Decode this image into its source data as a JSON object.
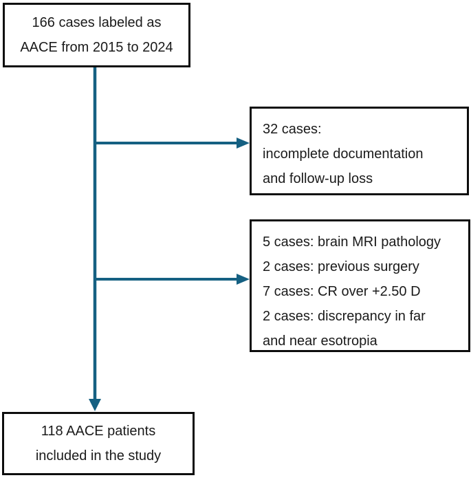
{
  "figure": {
    "type": "study-flow-diagram",
    "colors": {
      "arrow": "#156082",
      "box_border": "#0d0d0d",
      "text": "#1a1a1a",
      "background": "#ffffff"
    },
    "boxes": {
      "top": {
        "lines": [
          "166 cases labeled as",
          "AACE from 2015 to 2024"
        ]
      },
      "exclusion1": {
        "lines": [
          "32 cases:",
          "incomplete documentation",
          "and follow-up loss"
        ]
      },
      "exclusion2": {
        "lines": [
          "5 cases: brain MRI pathology",
          "2 cases: previous surgery",
          "7 cases: CR over +2.50 D",
          "2 cases: discrepancy in far",
          "and near esotropia"
        ]
      },
      "bottom": {
        "lines": [
          "118 AACE patients",
          "included in the study"
        ]
      }
    },
    "arrows": [
      {
        "name": "main-vertical-arrow",
        "from": "top-box",
        "to": "bottom-box"
      },
      {
        "name": "branch-arrow-1",
        "from": "main-vertical-line",
        "to": "exclusion-box-1"
      },
      {
        "name": "branch-arrow-2",
        "from": "main-vertical-line",
        "to": "exclusion-box-2"
      }
    ]
  }
}
